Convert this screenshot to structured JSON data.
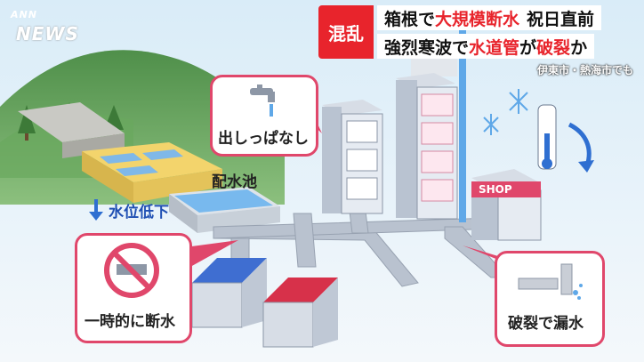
{
  "logo": {
    "top": "ANN",
    "main": "NEWS"
  },
  "headline": {
    "badge": "混乱",
    "line1_a": "箱根で",
    "line1_b": "大規模断水",
    "line1_c": "祝日直前",
    "line2_a": "強烈寒波で",
    "line2_b": "水道管",
    "line2_c": "が",
    "line2_d": "破裂",
    "line2_e": "か"
  },
  "subtitle": "伊東市・熱海市でも",
  "labels": {
    "faucet": "出しっぱなし",
    "reservoir": "配水池",
    "level": "水位低下",
    "shutoff": "一時的に断水",
    "burst": "破裂で漏水",
    "shop": "SHOP"
  },
  "colors": {
    "accent": "#e0476b",
    "headline_red": "#e8242c",
    "water": "#5fa8e8",
    "pipe": "#b9c2cf"
  }
}
